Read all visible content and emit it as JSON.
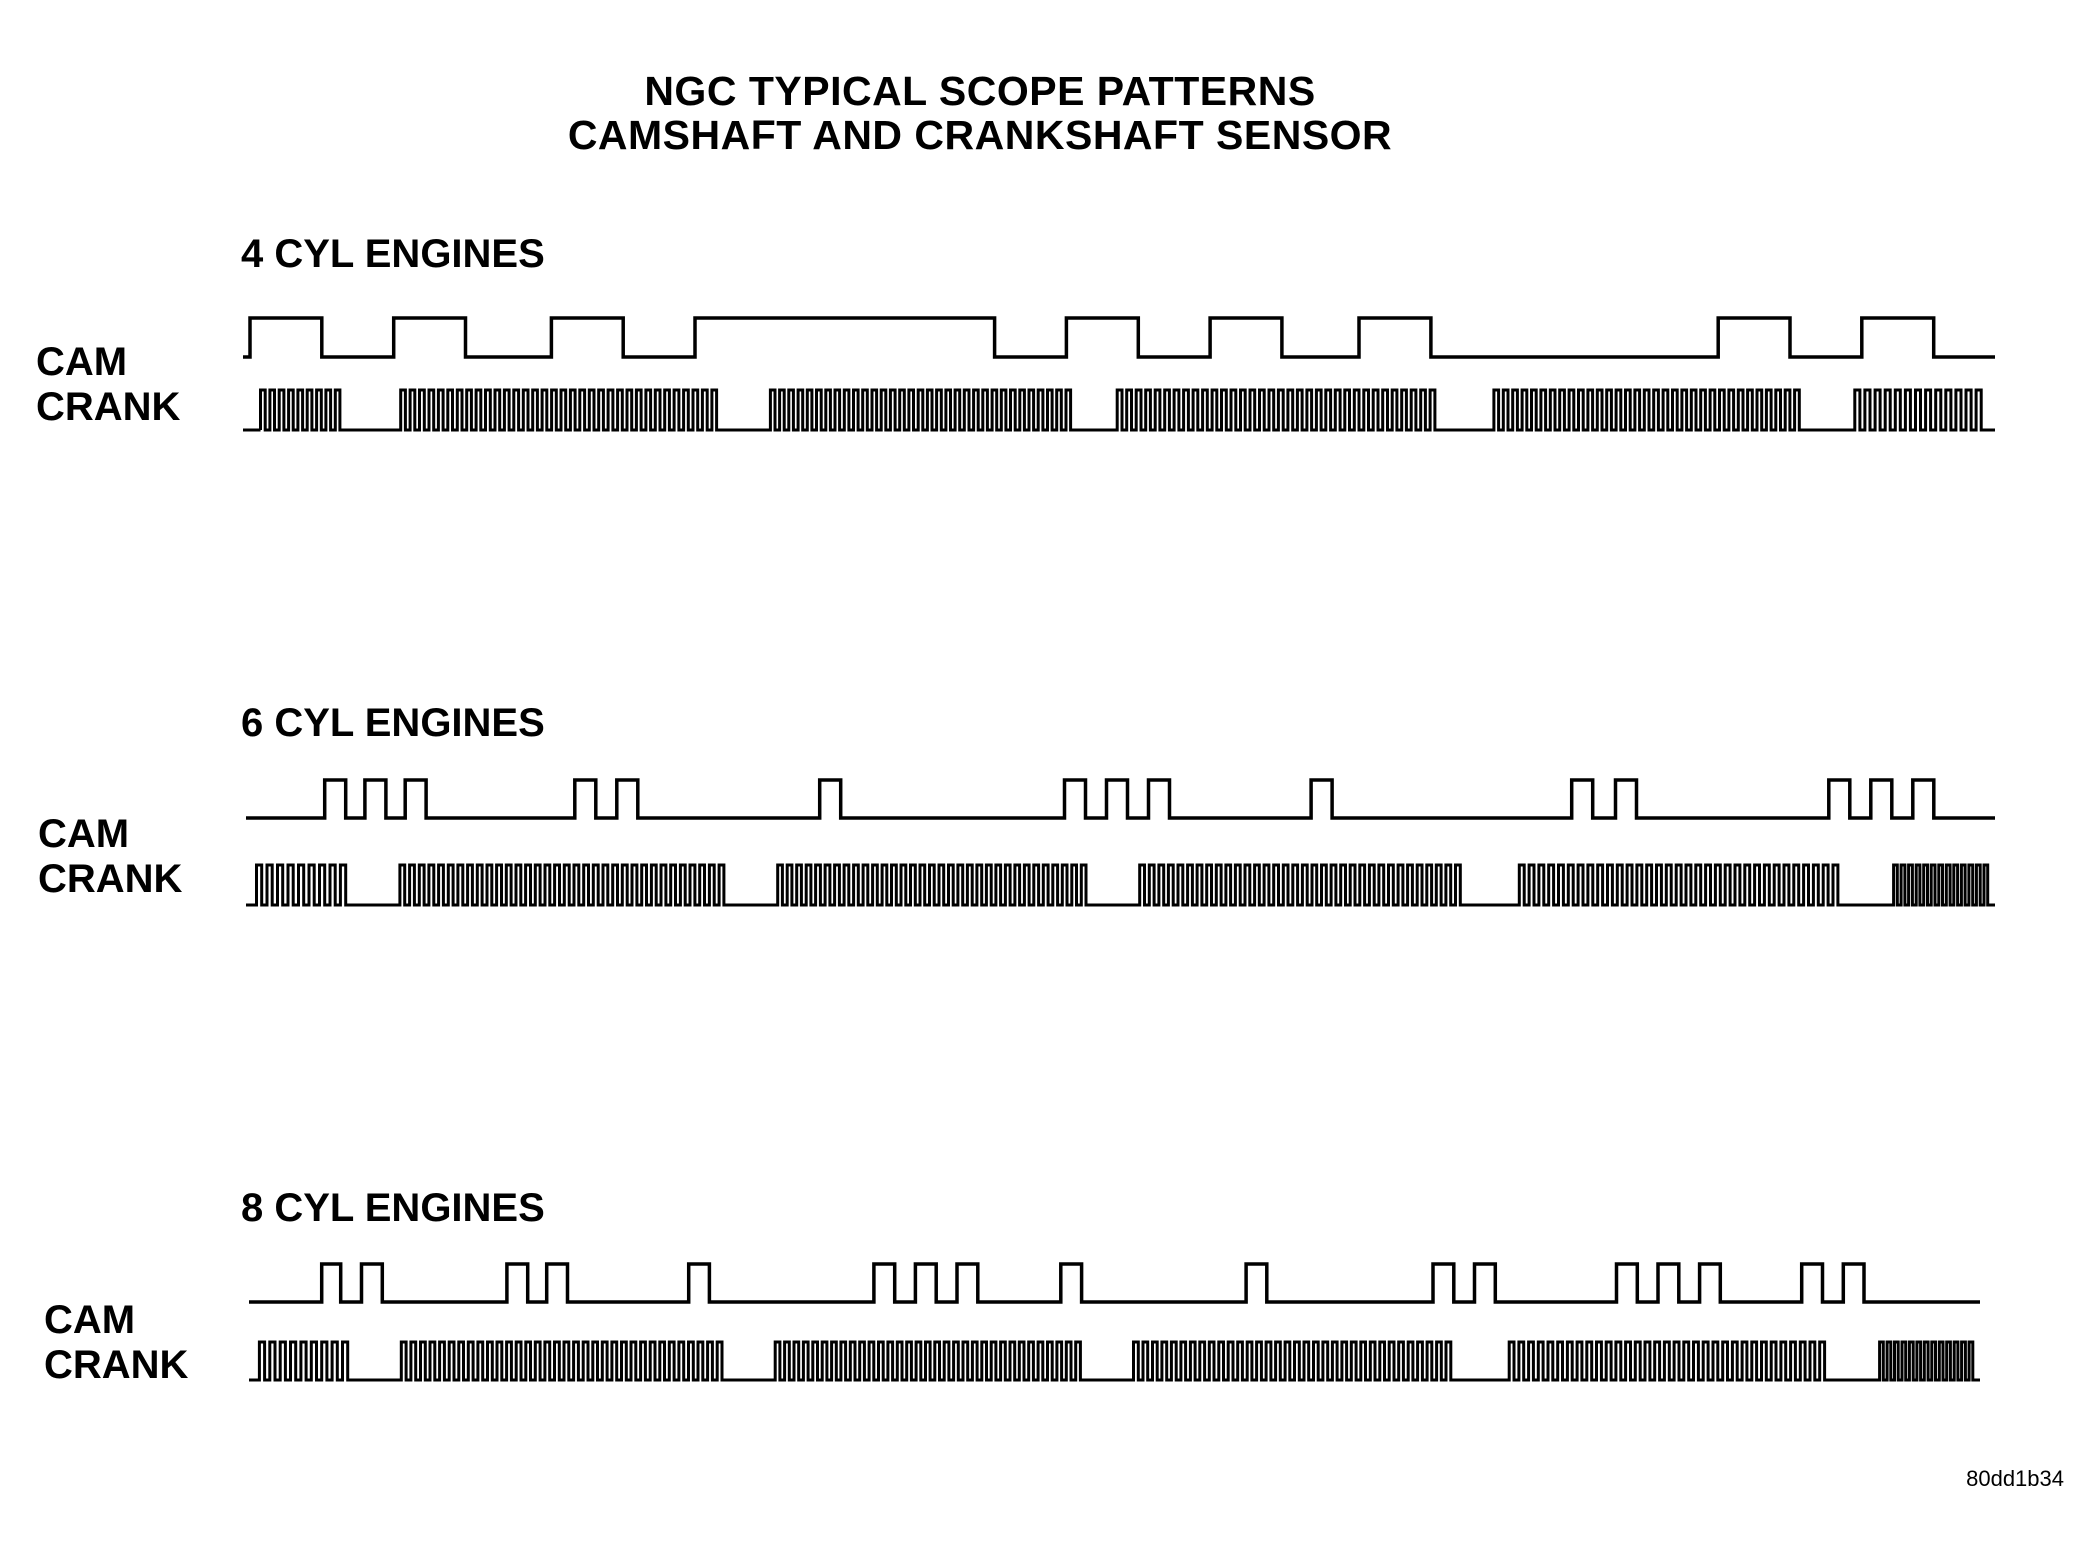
{
  "header": {
    "title_line1": "NGC TYPICAL SCOPE PATTERNS",
    "title_line2": "CAMSHAFT AND CRANKSHAFT SENSOR"
  },
  "sections": [
    {
      "title": "4 CYL ENGINES",
      "cam_label": "CAM",
      "crank_label": "CRANK",
      "cam_pattern": [
        [
          0.0,
          0.0
        ],
        [
          0.004,
          1
        ],
        [
          0.045,
          0
        ],
        [
          0.086,
          1
        ],
        [
          0.127,
          0
        ],
        [
          0.176,
          1
        ],
        [
          0.217,
          0
        ],
        [
          0.258,
          1
        ],
        [
          0.429,
          0
        ],
        [
          0.47,
          1
        ],
        [
          0.511,
          0
        ],
        [
          0.552,
          1
        ],
        [
          0.593,
          0
        ],
        [
          0.637,
          1
        ],
        [
          0.678,
          0
        ],
        [
          0.842,
          1
        ],
        [
          0.883,
          0
        ],
        [
          0.924,
          1
        ],
        [
          0.965,
          0
        ],
        [
          1.0,
          0
        ]
      ],
      "crank_groups": [
        [
          0.01,
          0.058,
          9
        ],
        [
          0.09,
          0.273,
          34
        ],
        [
          0.301,
          0.475,
          33
        ],
        [
          0.499,
          0.683,
          34
        ],
        [
          0.714,
          0.891,
          33
        ],
        [
          0.92,
          0.995,
          13
        ]
      ]
    },
    {
      "title": "6 CYL ENGINES",
      "cam_label": "CAM",
      "crank_label": "CRANK",
      "cam_pattern": [
        [
          0.0,
          0.0
        ],
        [
          0.045,
          1
        ],
        [
          0.057,
          0
        ],
        [
          0.068,
          1
        ],
        [
          0.08,
          0
        ],
        [
          0.091,
          1
        ],
        [
          0.103,
          0
        ],
        [
          0.188,
          1
        ],
        [
          0.2,
          0
        ],
        [
          0.212,
          1
        ],
        [
          0.224,
          0
        ],
        [
          0.328,
          1
        ],
        [
          0.34,
          0
        ],
        [
          0.468,
          1
        ],
        [
          0.48,
          0
        ],
        [
          0.492,
          1
        ],
        [
          0.504,
          0
        ],
        [
          0.516,
          1
        ],
        [
          0.528,
          0
        ],
        [
          0.609,
          1
        ],
        [
          0.621,
          0
        ],
        [
          0.758,
          1
        ],
        [
          0.77,
          0
        ],
        [
          0.783,
          1
        ],
        [
          0.795,
          0
        ],
        [
          0.905,
          1
        ],
        [
          0.917,
          0
        ],
        [
          0.929,
          1
        ],
        [
          0.941,
          0
        ],
        [
          0.953,
          1
        ],
        [
          0.965,
          0
        ],
        [
          1.0,
          0
        ]
      ],
      "crank_groups": [
        [
          0.006,
          0.06,
          9
        ],
        [
          0.088,
          0.276,
          34
        ],
        [
          0.304,
          0.483,
          33
        ],
        [
          0.511,
          0.697,
          34
        ],
        [
          0.728,
          0.913,
          33
        ],
        [
          0.942,
          0.998,
          13
        ]
      ]
    },
    {
      "title": "8 CYL ENGINES",
      "cam_label": "CAM",
      "crank_label": "CRANK",
      "cam_pattern": [
        [
          0.0,
          0.0
        ],
        [
          0.042,
          1
        ],
        [
          0.053,
          0
        ],
        [
          0.065,
          1
        ],
        [
          0.077,
          0
        ],
        [
          0.149,
          1
        ],
        [
          0.161,
          0
        ],
        [
          0.172,
          1
        ],
        [
          0.184,
          0
        ],
        [
          0.254,
          1
        ],
        [
          0.266,
          0
        ],
        [
          0.361,
          1
        ],
        [
          0.373,
          0
        ],
        [
          0.385,
          1
        ],
        [
          0.397,
          0
        ],
        [
          0.409,
          1
        ],
        [
          0.421,
          0
        ],
        [
          0.469,
          1
        ],
        [
          0.481,
          0
        ],
        [
          0.576,
          1
        ],
        [
          0.588,
          0
        ],
        [
          0.684,
          1
        ],
        [
          0.696,
          0
        ],
        [
          0.708,
          1
        ],
        [
          0.72,
          0
        ],
        [
          0.79,
          1
        ],
        [
          0.802,
          0
        ],
        [
          0.814,
          1
        ],
        [
          0.826,
          0
        ],
        [
          0.838,
          1
        ],
        [
          0.85,
          0
        ],
        [
          0.897,
          1
        ],
        [
          0.909,
          0
        ],
        [
          0.921,
          1
        ],
        [
          0.933,
          0
        ],
        [
          1.0,
          0
        ]
      ],
      "crank_groups": [
        [
          0.006,
          0.06,
          9
        ],
        [
          0.088,
          0.276,
          34
        ],
        [
          0.304,
          0.483,
          33
        ],
        [
          0.511,
          0.697,
          34
        ],
        [
          0.728,
          0.913,
          33
        ],
        [
          0.942,
          0.998,
          13
        ]
      ]
    }
  ],
  "footer": {
    "ref_code": "80dd1b34"
  },
  "colors": {
    "ink": "#000000",
    "background": "#ffffff"
  }
}
